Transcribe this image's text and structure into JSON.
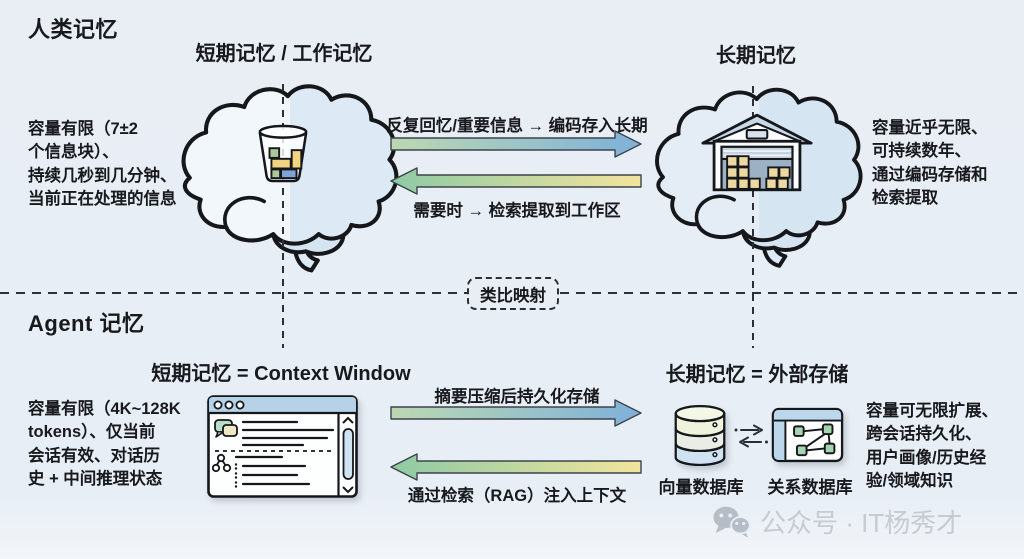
{
  "colors": {
    "background": "#e9eef5",
    "ink": "#17191d",
    "arrow_green": "#9ed0a6",
    "arrow_blue": "#7fb2da",
    "arrow_yellow": "#f3e39b",
    "panel_blue": "#b5d2e8",
    "brain_fill": "#dde9f4",
    "box_tan": "#ecd8a0",
    "node_green": "#a5d4b0",
    "watermark_gray": "#c6cad1"
  },
  "human_section": {
    "title": "人类记忆",
    "short_term": {
      "title": "短期记忆 / 工作记忆",
      "note": "容量有限（7±2\n个信息块）、\n持续几秒到几分钟、\n当前正在处理的信息"
    },
    "long_term": {
      "title": "长期记忆",
      "note": "容量近乎无限、\n可持续数年、\n通过编码存储和\n检索提取"
    },
    "encode_arrow_label": "反复回忆/重要信息 → 编码存入长期",
    "retrieve_arrow_label": "需要时 → 检索提取到工作区"
  },
  "mapping_badge": {
    "label": "类比映射"
  },
  "agent_section": {
    "title": "Agent 记忆",
    "short_term": {
      "title": "短期记忆 = Context Window",
      "note": "容量有限（4K~128K\ntokens）、仅当前\n会话有效、对话历\n史 + 中间推理状态"
    },
    "long_term": {
      "title": "长期记忆 = 外部存储",
      "note": "容量可无限扩展、\n跨会话持久化、\n用户画像/历史经\n验/领域知识",
      "vector_db_label": "向量数据库",
      "relational_db_label": "关系数据库"
    },
    "persist_arrow_label": "摘要压缩后持久化存储",
    "rag_arrow_label": "通过检索（RAG）注入上下文"
  },
  "watermark": {
    "text": "公众号 · IT杨秀才"
  }
}
